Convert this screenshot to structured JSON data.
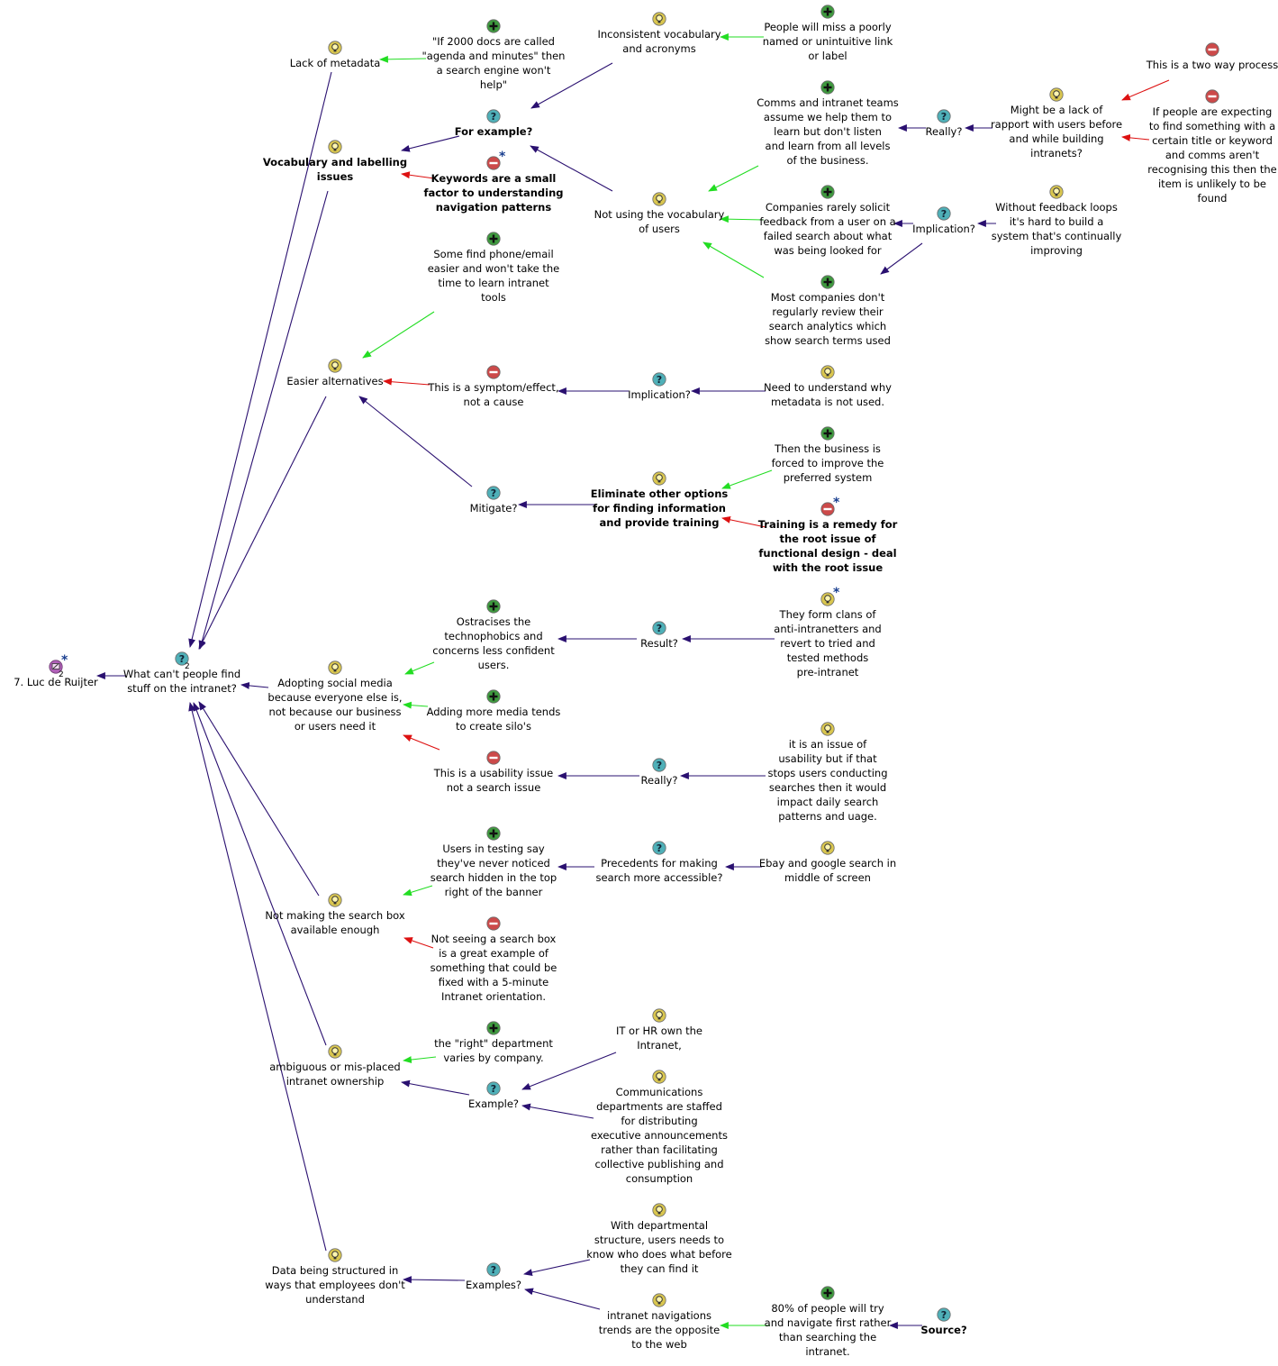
{
  "map_title": "Compendium dialogue map",
  "colors": {
    "idea": "#d9c64f",
    "pro": "#3f9a3f",
    "con": "#cc4a4a",
    "question": "#4fb0b8",
    "map": "#b060b8",
    "link_support": "#22dd22",
    "link_oppose": "#dd1111",
    "link_default": "#2a1070"
  },
  "icons": {
    "idea": "lightbulb-icon",
    "pro": "plus-icon",
    "con": "minus-icon",
    "question": "question-mark-icon",
    "map": "map-node-icon"
  },
  "nodes": [
    {
      "id": "root",
      "type": "map",
      "label": "7. Luc de Ruijter",
      "star": true,
      "count": "2"
    },
    {
      "id": "q",
      "type": "question",
      "label": "What can't people find\nstuff on the intranet?",
      "count": "2"
    },
    {
      "id": "meta",
      "type": "idea",
      "label": "Lack of metadata"
    },
    {
      "id": "meta_p",
      "type": "pro",
      "label": "\"If 2000 docs are called\n\"agenda and minutes\" then\na search engine won't\nhelp\""
    },
    {
      "id": "vocab",
      "type": "idea",
      "label": "Vocabulary and labelling\nissues",
      "bold": true
    },
    {
      "id": "forex",
      "type": "question",
      "label": "For example?",
      "bold": true
    },
    {
      "id": "kw",
      "type": "con",
      "label": "Keywords are a small\nfactor to understanding\nnavigation patterns",
      "bold": true,
      "star": true
    },
    {
      "id": "incons",
      "type": "idea",
      "label": "Inconsistent vocabulary\nand acronyms"
    },
    {
      "id": "miss",
      "type": "pro",
      "label": "People will miss a poorly\nnamed or unintuitive link\nor label"
    },
    {
      "id": "notusing",
      "type": "idea",
      "label": "Not using the vocabulary\nof users"
    },
    {
      "id": "comms",
      "type": "pro",
      "label": "Comms and intranet teams\nassume we help them to\nlearn but don't listen\nand learn from all levels\nof the business."
    },
    {
      "id": "really1",
      "type": "question",
      "label": "Really?"
    },
    {
      "id": "rapport",
      "type": "idea",
      "label": "Might be a lack of\nrapport with users before\nand while building\nintranets?"
    },
    {
      "id": "twoway",
      "type": "con",
      "label": "This is a two way process"
    },
    {
      "id": "expect",
      "type": "con",
      "label": "If people are expecting\nto find something with a\ncertain title or keyword\nand comms aren't\nrecognising this then the\nitem is unlikely to be\nfound"
    },
    {
      "id": "solicit",
      "type": "pro",
      "label": "Companies rarely solicit\nfeedback from a user on a\nfailed search about what\nwas being looked for"
    },
    {
      "id": "impl1",
      "type": "question",
      "label": "Implication?"
    },
    {
      "id": "feedback",
      "type": "idea",
      "label": "Without feedback loops\nit's hard to build a\nsystem that's continually\nimproving"
    },
    {
      "id": "analytics",
      "type": "pro",
      "label": "Most companies don't\nregularly review their\nsearch analytics which\nshow search terms used"
    },
    {
      "id": "easier",
      "type": "idea",
      "label": "Easier alternatives"
    },
    {
      "id": "phone",
      "type": "pro",
      "label": "Some find phone/email\neasier and won't take the\ntime to learn intranet\ntools"
    },
    {
      "id": "symptom",
      "type": "con",
      "label": "This is a symptom/effect,\nnot a cause"
    },
    {
      "id": "impl2",
      "type": "question",
      "label": "Implication?"
    },
    {
      "id": "needund",
      "type": "idea",
      "label": "Need to understand why\nmetadata is not used."
    },
    {
      "id": "mitigate",
      "type": "question",
      "label": "Mitigate?"
    },
    {
      "id": "elim",
      "type": "idea",
      "label": "Eliminate other options\nfor finding information\nand provide training",
      "bold": true
    },
    {
      "id": "then",
      "type": "pro",
      "label": "Then the business is\nforced to improve the\npreferred system"
    },
    {
      "id": "training",
      "type": "con",
      "label": "Training is a remedy for\nthe root issue of\nfunctional design - deal\nwith the root issue",
      "bold": true,
      "star": true
    },
    {
      "id": "social",
      "type": "idea",
      "label": "Adopting social media\nbecause everyone else is,\nnot because our business\nor users need it"
    },
    {
      "id": "ostr",
      "type": "pro",
      "label": "Ostracises the\ntechnophobics and\nconcerns less confident\nusers."
    },
    {
      "id": "result",
      "type": "question",
      "label": "Result?"
    },
    {
      "id": "clans",
      "type": "idea",
      "label": "They form clans of\nanti-intranetters and\nrevert to tried and\ntested methods\npre-intranet",
      "star": true
    },
    {
      "id": "silos",
      "type": "pro",
      "label": "Adding more media tends\nto create silo's"
    },
    {
      "id": "usab",
      "type": "con",
      "label": "This is a usability issue\nnot a search issue"
    },
    {
      "id": "really2",
      "type": "question",
      "label": "Really?"
    },
    {
      "id": "itis",
      "type": "idea",
      "label": "it is an issue of\nusability but if that\nstops users conducting\nsearches then it would\nimpact daily search\npatterns and uage."
    },
    {
      "id": "searchbox",
      "type": "idea",
      "label": "Not making the search box\navailable enough"
    },
    {
      "id": "testing",
      "type": "pro",
      "label": "Users in testing say\nthey've never noticed\nsearch hidden in the top\nright of the banner"
    },
    {
      "id": "preced",
      "type": "question",
      "label": "Precedents for making\nsearch more accessible?"
    },
    {
      "id": "ebay",
      "type": "idea",
      "label": "Ebay and google search in\nmiddle of screen"
    },
    {
      "id": "notsee",
      "type": "con",
      "label": "Not seeing a search box\nis a great example of\nsomething that could be\nfixed with a 5-minute\nIntranet orientation."
    },
    {
      "id": "owner",
      "type": "idea",
      "label": "ambiguous or mis-placed\nintranet ownership"
    },
    {
      "id": "right",
      "type": "pro",
      "label": "the \"right\" department\nvaries by company."
    },
    {
      "id": "example",
      "type": "question",
      "label": "Example?"
    },
    {
      "id": "ithr",
      "type": "idea",
      "label": "IT or HR own the\nIntranet,"
    },
    {
      "id": "commdep",
      "type": "idea",
      "label": "Communications\ndepartments are staffed\nfor distributing\nexecutive announcements\nrather than facilitating\ncollective publishing and\nconsumption"
    },
    {
      "id": "data",
      "type": "idea",
      "label": "Data being structured in\nways that employees don't\nunderstand"
    },
    {
      "id": "examples",
      "type": "question",
      "label": "Examples?"
    },
    {
      "id": "dept",
      "type": "idea",
      "label": "With departmental\nstructure, users needs to\nknow who does what before\nthey can find it"
    },
    {
      "id": "trends",
      "type": "idea",
      "label": "intranet navigations\ntrends are the opposite\nto the web"
    },
    {
      "id": "eighty",
      "type": "pro",
      "label": "80% of people will try\nand navigate first rather\nthan searching the\nintranet."
    },
    {
      "id": "source",
      "type": "question",
      "label": "Source?",
      "bold": true
    }
  ],
  "links": [
    {
      "from": "q",
      "to": "root",
      "kind": "default"
    },
    {
      "from": "meta",
      "to": "q",
      "kind": "default"
    },
    {
      "from": "vocab",
      "to": "q",
      "kind": "default"
    },
    {
      "from": "easier",
      "to": "q",
      "kind": "default"
    },
    {
      "from": "social",
      "to": "q",
      "kind": "default"
    },
    {
      "from": "searchbox",
      "to": "q",
      "kind": "default"
    },
    {
      "from": "owner",
      "to": "q",
      "kind": "default"
    },
    {
      "from": "data",
      "to": "q",
      "kind": "default"
    },
    {
      "from": "meta_p",
      "to": "meta",
      "kind": "support"
    },
    {
      "from": "forex",
      "to": "vocab",
      "kind": "default"
    },
    {
      "from": "kw",
      "to": "vocab",
      "kind": "oppose"
    },
    {
      "from": "incons",
      "to": "forex",
      "kind": "default"
    },
    {
      "from": "notusing",
      "to": "forex",
      "kind": "default"
    },
    {
      "from": "miss",
      "to": "incons",
      "kind": "support"
    },
    {
      "from": "comms",
      "to": "notusing",
      "kind": "support"
    },
    {
      "from": "solicit",
      "to": "notusing",
      "kind": "support"
    },
    {
      "from": "analytics",
      "to": "notusing",
      "kind": "support"
    },
    {
      "from": "really1",
      "to": "comms",
      "kind": "default"
    },
    {
      "from": "rapport",
      "to": "really1",
      "kind": "default"
    },
    {
      "from": "twoway",
      "to": "rapport",
      "kind": "oppose"
    },
    {
      "from": "expect",
      "to": "rapport",
      "kind": "oppose"
    },
    {
      "from": "impl1",
      "to": "solicit",
      "kind": "default"
    },
    {
      "from": "impl1",
      "to": "analytics",
      "kind": "default"
    },
    {
      "from": "feedback",
      "to": "impl1",
      "kind": "default"
    },
    {
      "from": "phone",
      "to": "easier",
      "kind": "support"
    },
    {
      "from": "symptom",
      "to": "easier",
      "kind": "oppose"
    },
    {
      "from": "mitigate",
      "to": "easier",
      "kind": "default"
    },
    {
      "from": "impl2",
      "to": "symptom",
      "kind": "default"
    },
    {
      "from": "needund",
      "to": "impl2",
      "kind": "default"
    },
    {
      "from": "elim",
      "to": "mitigate",
      "kind": "default"
    },
    {
      "from": "then",
      "to": "elim",
      "kind": "support"
    },
    {
      "from": "training",
      "to": "elim",
      "kind": "oppose"
    },
    {
      "from": "ostr",
      "to": "social",
      "kind": "support"
    },
    {
      "from": "silos",
      "to": "social",
      "kind": "support"
    },
    {
      "from": "usab",
      "to": "social",
      "kind": "oppose"
    },
    {
      "from": "result",
      "to": "ostr",
      "kind": "default"
    },
    {
      "from": "clans",
      "to": "result",
      "kind": "default"
    },
    {
      "from": "really2",
      "to": "usab",
      "kind": "default"
    },
    {
      "from": "itis",
      "to": "really2",
      "kind": "default"
    },
    {
      "from": "testing",
      "to": "searchbox",
      "kind": "support"
    },
    {
      "from": "notsee",
      "to": "searchbox",
      "kind": "oppose"
    },
    {
      "from": "preced",
      "to": "testing",
      "kind": "default"
    },
    {
      "from": "ebay",
      "to": "preced",
      "kind": "default"
    },
    {
      "from": "right",
      "to": "owner",
      "kind": "support"
    },
    {
      "from": "example",
      "to": "owner",
      "kind": "default"
    },
    {
      "from": "ithr",
      "to": "example",
      "kind": "default"
    },
    {
      "from": "commdep",
      "to": "example",
      "kind": "default"
    },
    {
      "from": "examples",
      "to": "data",
      "kind": "default"
    },
    {
      "from": "dept",
      "to": "examples",
      "kind": "default"
    },
    {
      "from": "trends",
      "to": "examples",
      "kind": "default"
    },
    {
      "from": "eighty",
      "to": "trends",
      "kind": "support"
    },
    {
      "from": "source",
      "to": "eighty",
      "kind": "default"
    }
  ]
}
